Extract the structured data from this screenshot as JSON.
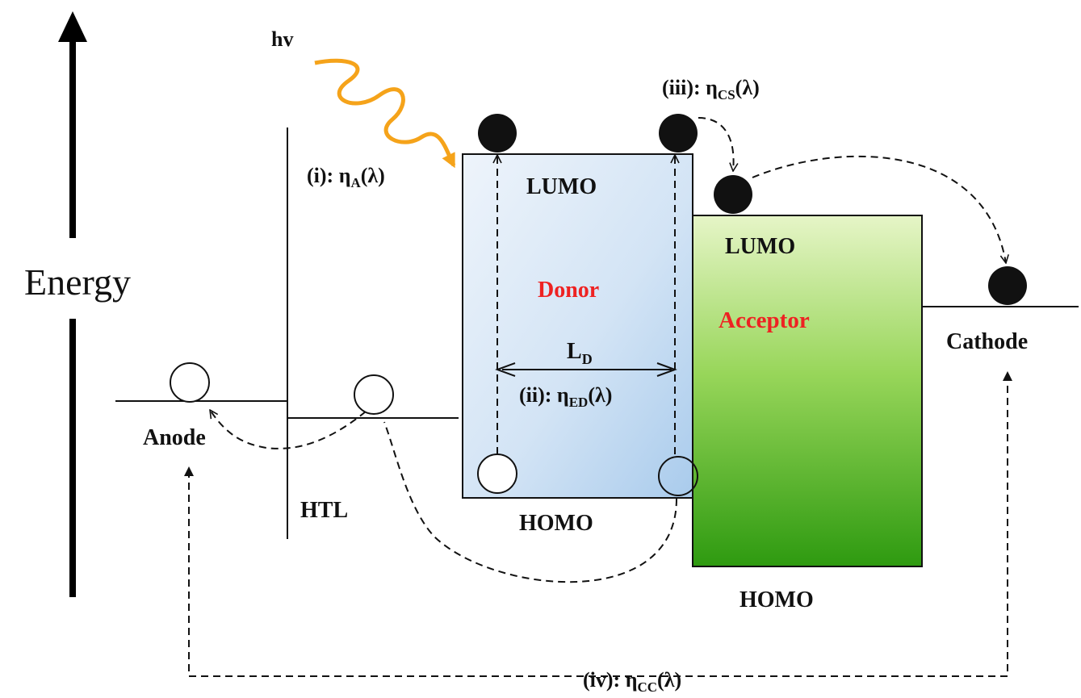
{
  "axis": {
    "energy_label": "Energy"
  },
  "light": {
    "label": "hv"
  },
  "steps": {
    "i": {
      "prefix": "(i): ",
      "eta": "η",
      "sub": "A",
      "suffix": "(λ)"
    },
    "ii": {
      "prefix": "(ii): ",
      "eta": "η",
      "sub": "ED",
      "suffix": "(λ)"
    },
    "iii": {
      "prefix": "(iii): ",
      "eta": "η",
      "sub": "CS",
      "suffix": "(λ)"
    },
    "iv": {
      "prefix": "(iv): ",
      "eta": "η",
      "sub": "CC",
      "suffix": "(λ)"
    }
  },
  "donor": {
    "name": "Donor",
    "lumo": "LUMO",
    "homo": "HOMO",
    "diffusion_length": {
      "main": "L",
      "sub": "D"
    }
  },
  "acceptor": {
    "name": "Acceptor",
    "lumo": "LUMO",
    "homo": "HOMO"
  },
  "electrodes": {
    "anode": "Anode",
    "htl": "HTL",
    "cathode": "Cathode"
  },
  "colors": {
    "donor_fill_light": "#eef4fb",
    "donor_fill_dark": "#a9cbec",
    "acceptor_fill_light": "#e6f5c7",
    "acceptor_fill_dark": "#2e9a10",
    "photon": "#f5a31a",
    "label_red": "#ee2222",
    "ink": "#111111"
  }
}
